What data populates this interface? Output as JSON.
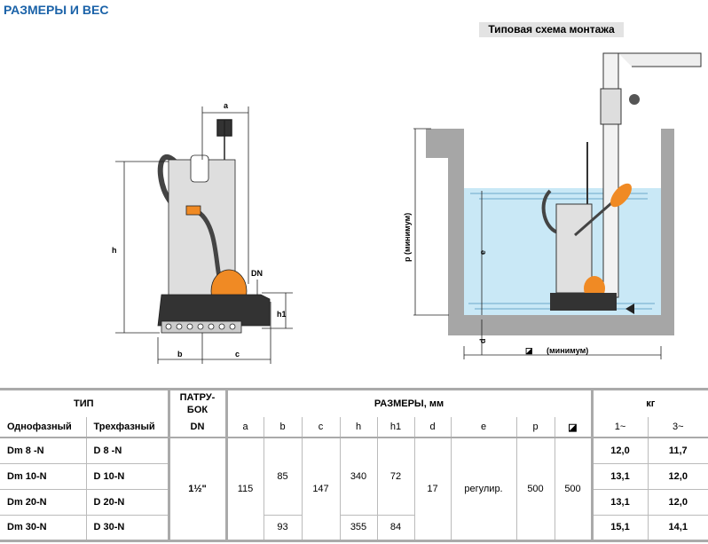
{
  "title": "РАЗМЕРЫ И ВЕС",
  "scheme_title": "Типовая схема монтажа",
  "left_diagram": {
    "labels": {
      "a": "a",
      "b": "b",
      "c": "c",
      "h": "h",
      "h1": "h1",
      "dn": "DN"
    }
  },
  "right_diagram": {
    "labels": {
      "p": "p (минимум)",
      "e": "e",
      "d": "d",
      "width_symbol": "◪",
      "width": "(минимум)"
    }
  },
  "colors": {
    "title": "#1a62a8",
    "water": "#bfe3f5",
    "wall": "#a6a6a6",
    "float": "#f08a24"
  },
  "table": {
    "h_type": "ТИП",
    "h_branch": "ПАТРУ-\nБОК",
    "h_dims": "РАЗМЕРЫ, мм",
    "h_kg": "кг",
    "h_single": "Однофазный",
    "h_three": "Трехфазный",
    "h_dn": "DN",
    "cols": [
      "a",
      "b",
      "c",
      "h",
      "h1",
      "d",
      "e",
      "p",
      "◪"
    ],
    "w1": "1~",
    "w3": "3~",
    "rows": [
      {
        "single": "Dm 8  -N",
        "three": "D 8  -N",
        "kg1": "12,0",
        "kg3": "11,7"
      },
      {
        "single": "Dm 10-N",
        "three": "D 10-N",
        "kg1": "13,1",
        "kg3": "12,0"
      },
      {
        "single": "Dm 20-N",
        "three": "D 20-N",
        "kg1": "13,1",
        "kg3": "12,0"
      },
      {
        "single": "Dm 30-N",
        "three": "D 30-N",
        "kg1": "15,1",
        "kg3": "14,1"
      }
    ],
    "dn": "1½\"",
    "a": "115",
    "b1": "85",
    "b2": "93",
    "c": "147",
    "h1v": "340",
    "h2v": "355",
    "h1_1": "72",
    "h1_2": "84",
    "d": "17",
    "e": "регулир.",
    "p": "500",
    "w": "500"
  }
}
